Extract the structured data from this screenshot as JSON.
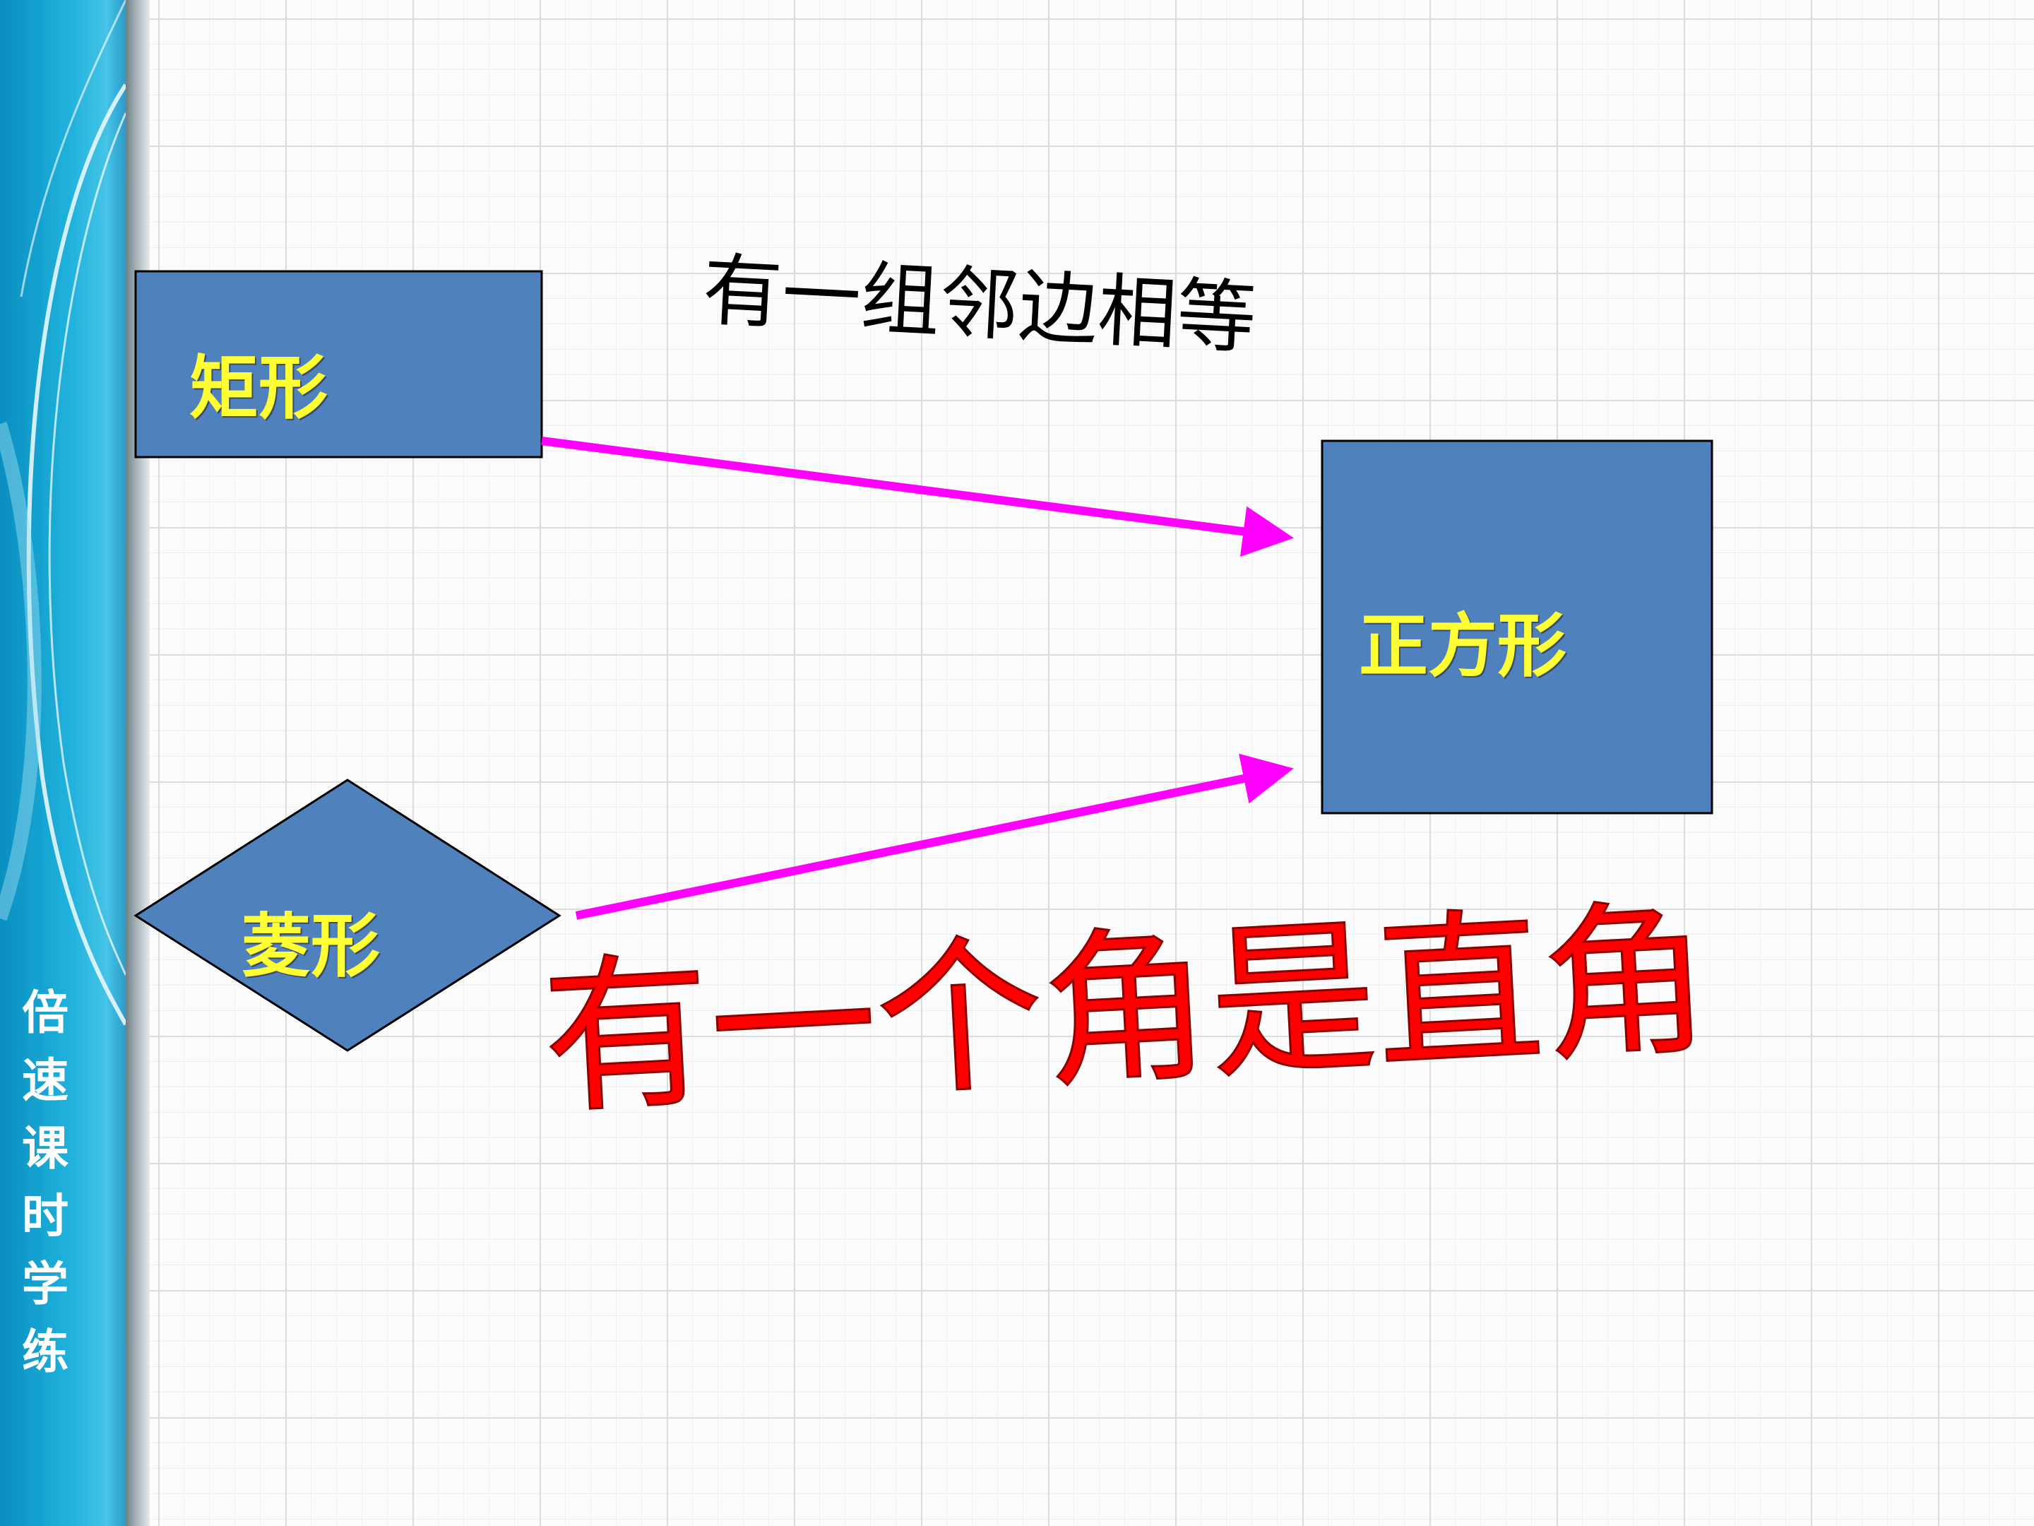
{
  "sidebar": {
    "title": "倍\n速\n课\n时\n学\n练"
  },
  "diagram": {
    "nodes": {
      "rectangle": {
        "label": "矩形"
      },
      "square": {
        "label": "正方形"
      },
      "rhombus": {
        "label": "菱形"
      }
    },
    "edges": {
      "rect_to_square": {
        "condition": "有一组邻边相等"
      },
      "rhombus_to_square": {
        "condition": "有一个角是直角"
      }
    }
  },
  "colors": {
    "shape_fill": "#4f81bd",
    "label_text": "#ffff33",
    "arrow": "#ff00ff",
    "condition_top": "#000000",
    "condition_bottom": "#ff0000",
    "sidebar": "#1fb1dc"
  }
}
